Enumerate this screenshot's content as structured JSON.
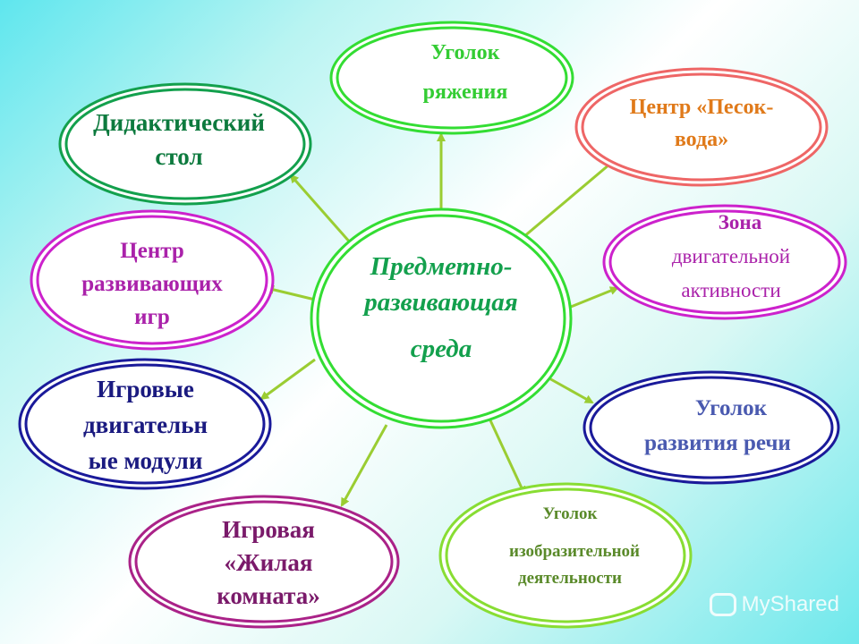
{
  "center": {
    "line1": "Предметно-",
    "line2": "развивающая",
    "line3": "среда"
  },
  "nodes": {
    "dressing": {
      "line1": "Уголок",
      "line2": "ряжения"
    },
    "didactic": {
      "line1": "Дидактический",
      "line2": "стол"
    },
    "sand_water": {
      "line1": "Центр «Песок-",
      "line2": "вода»"
    },
    "games_center": {
      "line1": "Центр",
      "line2": "развивающих",
      "line3": "игр"
    },
    "motor_zone": {
      "line1": "Зона",
      "line2": "двигательной",
      "line3": "активности"
    },
    "motor_modules": {
      "line1": "Игровые",
      "line2": "двигательн",
      "line3": "ые модули"
    },
    "speech": {
      "line1": "Уголок",
      "line2": "развития речи"
    },
    "living_room": {
      "line1": "Игровая",
      "line2": "«Жилая",
      "line3": "комната»"
    },
    "art": {
      "line1": "Уголок",
      "line2": "изобразительной",
      "line3": "деятельности"
    }
  },
  "colors": {
    "center": "#33dd33",
    "dressing": "#33dd33",
    "didactic": "#13a04d",
    "sand_water": "#ee6666",
    "games_center": "#cc22cc",
    "motor_zone": "#cc22cc",
    "motor_modules": "#1a1a9a",
    "speech": "#1a1a9a",
    "living_room": "#aa2288",
    "art": "#88dd33",
    "arrow": "#9acd32",
    "text_center": "#13a04d",
    "text_dressing": "#33cc33",
    "text_didactic": "#0d7a3e",
    "text_sand": "#e07a1a",
    "text_purple": "#aa22aa",
    "text_modules": "#1a1a80",
    "text_speech": "#4a5ab0",
    "text_living": "#7a1a6a",
    "text_art": "#5a8a2a"
  },
  "watermark": {
    "text": "MyShared",
    "icon": "myshared-logo-icon"
  }
}
